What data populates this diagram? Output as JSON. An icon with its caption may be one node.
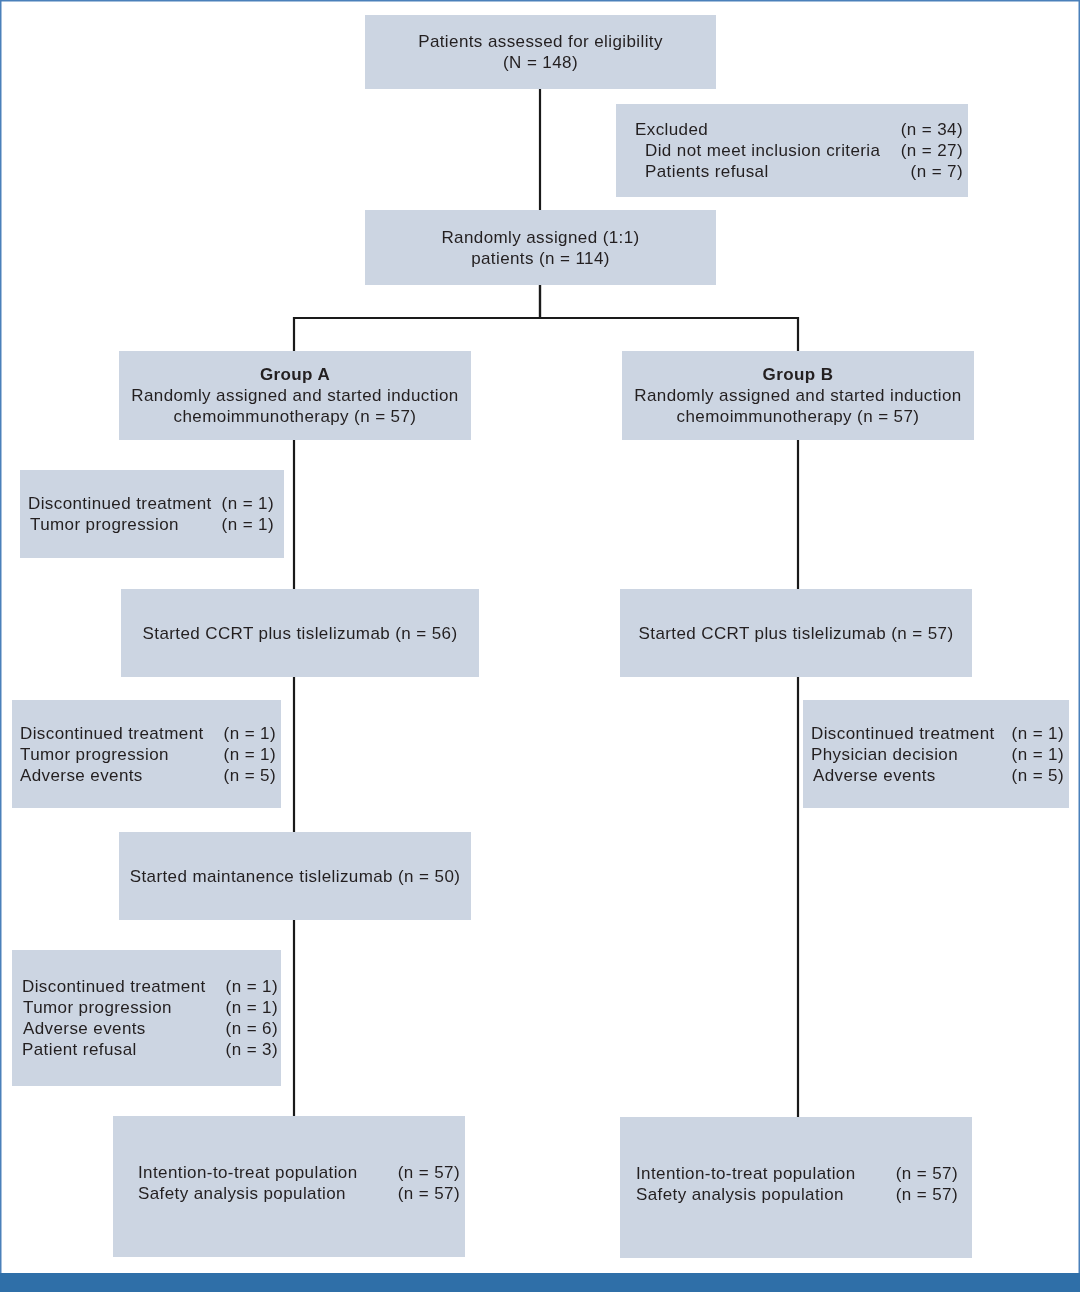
{
  "diagram": {
    "nodes": [
      {
        "text": [
          "Patients assessed for eligibility (N = 148)"
        ]
      },
      {
        "text": [
          "Excluded",
          "(n = 34)",
          "Did not meet inclusion criteria",
          "(n = 27)",
          "Patients refusal",
          "(n = 7)"
        ]
      },
      {
        "text": [
          "Randomly assigned (1:1) patients (n = 114)"
        ]
      },
      {
        "text": [
          "Group A",
          "Randomly assigned and started induction chemoimmunotherapy (n = 57)"
        ]
      },
      {
        "text": [
          "Group B",
          "Randomly assigned and started induction chemoimmunotherapy (n = 57)"
        ]
      },
      {
        "text": [
          "Discontinued treatment",
          "(n = 1)",
          "Tumor progression",
          "(n = 1)"
        ]
      },
      {
        "text": [
          "Started CCRT plus tislelizumab (n = 56)"
        ]
      },
      {
        "text": [
          "Started CCRT plus tislelizumab (n = 57)"
        ]
      },
      {
        "text": [
          "Discontinued treatment",
          "(n = 1)",
          "Tumor progression",
          "(n = 1)",
          "Adverse events",
          "(n = 5)"
        ]
      },
      {
        "text": [
          "Discontinued treatment",
          "(n = 1)",
          "Physician decision",
          "(n = 1)",
          "Adverse events",
          "(n = 5)"
        ]
      },
      {
        "text": [
          "Started maintanence tislelizumab (n = 50)"
        ]
      },
      {
        "text": [
          "Discontinued treatment",
          "(n = 1)",
          "Tumor progression",
          "(n = 1)",
          "Adverse events",
          "(n = 6)",
          "Patient refusal",
          "(n = 3)"
        ]
      },
      {
        "text": [
          "Intention-to-treat population",
          "(n = 57)",
          "Safety analysis population",
          "(n = 57)"
        ]
      },
      {
        "text": [
          "Intention-to-treat population",
          "(n = 57)",
          "Safety analysis population",
          "(n = 57)"
        ]
      }
    ],
    "edges": [
      {
        "from": 0,
        "to": 2,
        "arrow": "none"
      },
      {
        "from": 2,
        "to": 3,
        "arrow": "none"
      },
      {
        "from": 2,
        "to": 4,
        "arrow": "none"
      },
      {
        "from": 3,
        "to": 6,
        "arrow": "none"
      },
      {
        "from": 4,
        "to": 7,
        "arrow": "none"
      },
      {
        "from": 6,
        "to": 10,
        "arrow": "none"
      },
      {
        "from": 10,
        "to": 12,
        "arrow": "none"
      },
      {
        "from": 7,
        "to": 13,
        "arrow": "none"
      }
    ]
  }
}
